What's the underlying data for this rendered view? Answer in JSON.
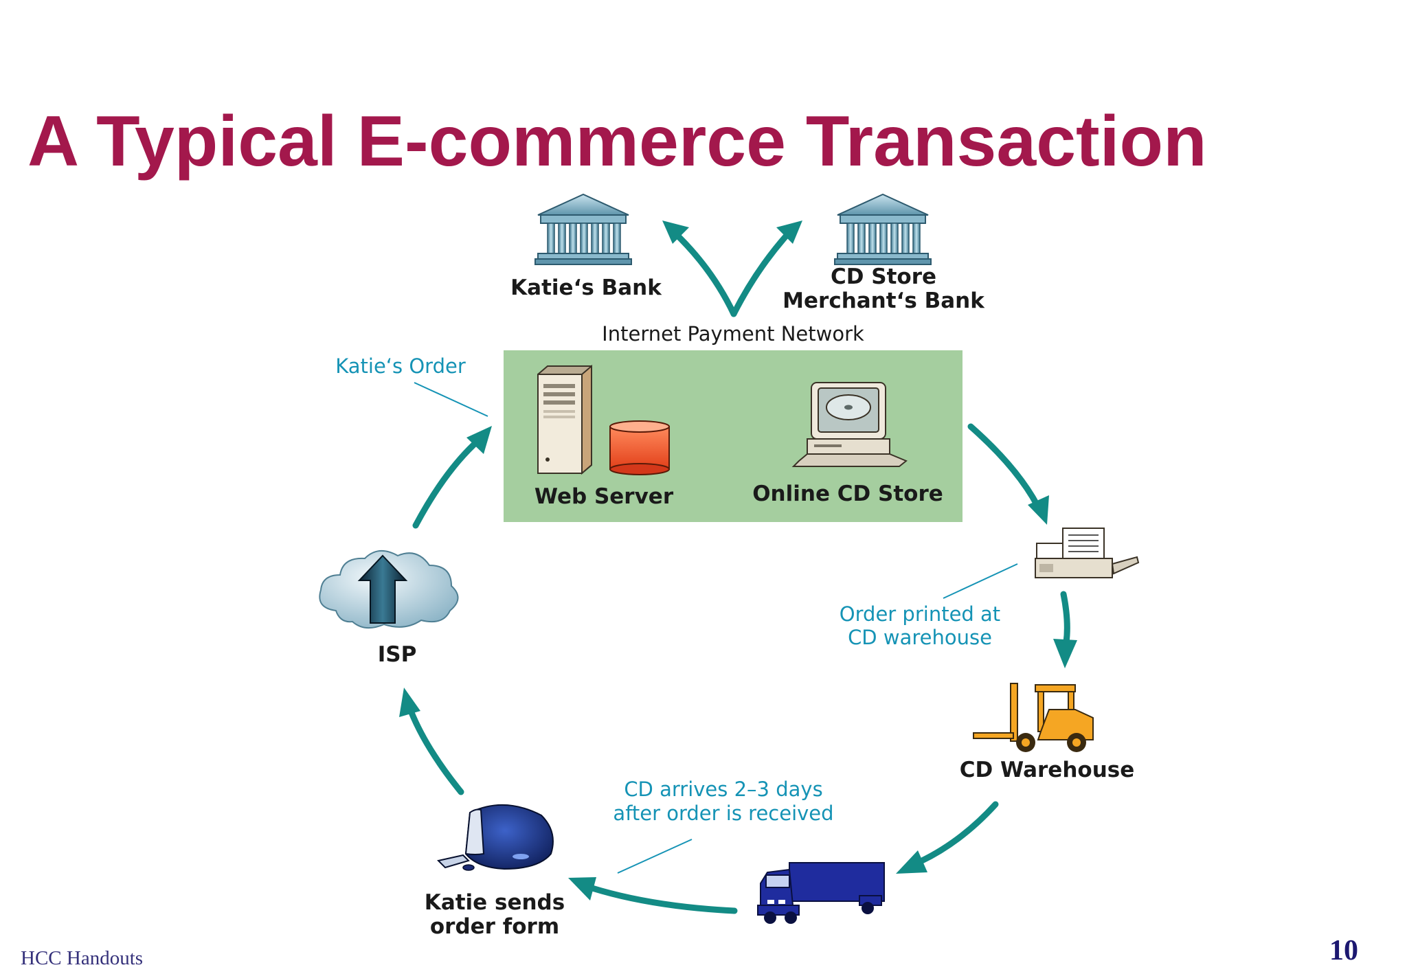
{
  "slide": {
    "title": "A Typical E-commerce Transaction",
    "footer": "HCC Handouts",
    "page_number": "10"
  },
  "diagram": {
    "nodes": {
      "katies_bank": "Katie‘s Bank",
      "merchant_bank_line1": "CD Store",
      "merchant_bank_line2": "Merchant‘s Bank",
      "payment_network": "Internet Payment Network",
      "web_server": "Web Server",
      "online_store": "Online CD Store",
      "isp": "ISP",
      "warehouse": "CD Warehouse",
      "katie_line1": "Katie sends",
      "katie_line2": "order form"
    },
    "annotations": {
      "katies_order": "Katie‘s Order",
      "order_printed_line1": "Order printed at",
      "order_printed_line2": "CD warehouse",
      "cd_arrives_line1": "CD arrives 2–3 days",
      "cd_arrives_line2": "after order is received"
    },
    "icons": [
      "bank-icon",
      "bank-icon",
      "server-tower-icon",
      "database-icon",
      "computer-cd-icon",
      "printer-icon",
      "forklift-icon",
      "truck-icon",
      "imac-icon",
      "cloud-upload-icon"
    ],
    "colors": {
      "title": "#a3184c",
      "arrows": "#138b85",
      "annotations": "#1593b5",
      "panel": "#a5ce9f",
      "footer": "#34307a"
    }
  }
}
